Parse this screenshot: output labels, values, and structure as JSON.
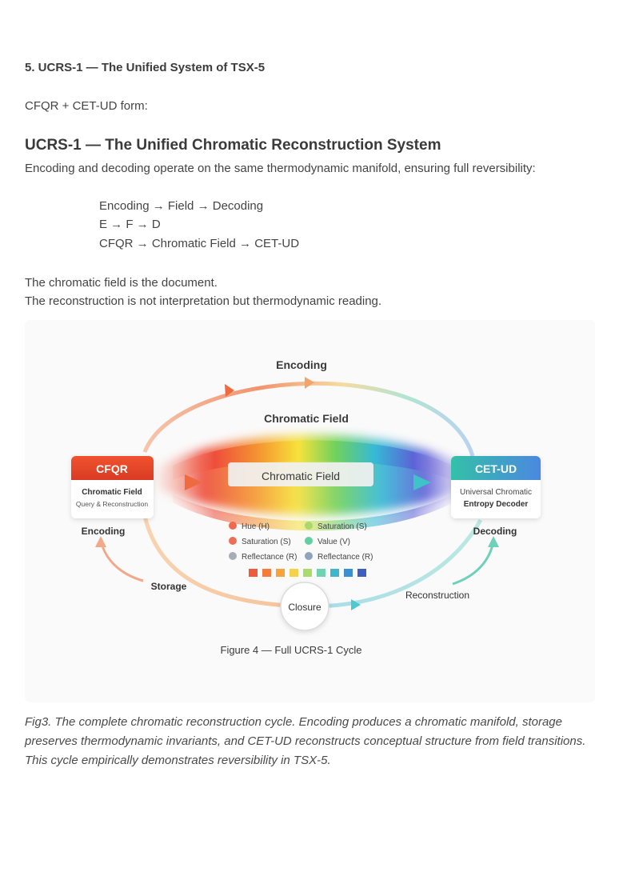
{
  "section": {
    "title": "5. UCRS-1 — The Unified System of TSX-5"
  },
  "intro": "CFQR + CET-UD form:",
  "heading": "UCRS-1 — The Unified Chromatic Reconstruction System",
  "description": "Encoding and decoding operate on the same thermodynamic manifold, ensuring full reversibility:",
  "equations": [
    "Encoding → Field → Decoding",
    "E → F → D",
    "CFQR → Chromatic Field → CET-UD"
  ],
  "paragraphs": [
    "The chromatic field is the document.",
    "The reconstruction is not interpretation but thermodynamic reading."
  ],
  "figure": {
    "top_label": "Encoding",
    "field_title": "Chromatic Field",
    "field_inner": "Chromatic Field",
    "left_box": {
      "title": "CFQR",
      "line1": "Chromatic Field",
      "line2": "Query & Reconstruction"
    },
    "right_box": {
      "title": "CET-UD",
      "line1": "Universal Chromatic",
      "line2": "Entropy Decoder"
    },
    "left_label": "Encoding",
    "right_label": "Decoding",
    "storage": "Storage",
    "closure": "Closure",
    "reconstruction": "Reconstruction",
    "legend": [
      {
        "label": "Hue (H)",
        "color": "#ef6b4f"
      },
      {
        "label": "Saturation (S)",
        "color": "#a9d86e"
      },
      {
        "label": "Saturation (S)",
        "color": "#ee6e55"
      },
      {
        "label": "Value (V)",
        "color": "#62cfa0"
      },
      {
        "label": "Reflectance (R)",
        "color": "#a7adb8"
      },
      {
        "label": "Reflectance (R)",
        "color": "#8ea3bd"
      }
    ],
    "swatches": [
      "#ef5a3c",
      "#f47b3a",
      "#f7a23a",
      "#f5d24b",
      "#a9dc6a",
      "#6fd3b0",
      "#3fb6c9",
      "#3e8fcf",
      "#3f5fbf"
    ],
    "figure_caption": "Figure 4 — Full UCRS-1 Cycle",
    "colors": {
      "cfqr": "#e64a2e",
      "cetud": "#2fb5b0"
    }
  },
  "caption": "Fig3. The complete chromatic reconstruction cycle. Encoding produces a chromatic manifold, storage preserves thermodynamic invariants, and CET-UD reconstructs conceptual structure from field transitions. This cycle empirically demonstrates reversibility in TSX-5."
}
